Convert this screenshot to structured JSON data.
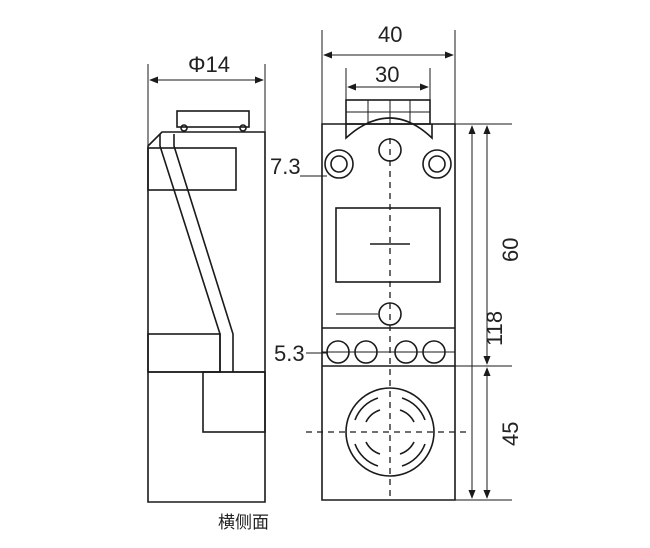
{
  "dimensions": {
    "diameter": "Φ14",
    "width_total": "40",
    "width_inner": "30",
    "height_upper": "60",
    "height_total": "118",
    "height_lower": "45",
    "hole_upper": "7.3",
    "hole_lower": "5.3"
  },
  "caption": "横侧面"
}
